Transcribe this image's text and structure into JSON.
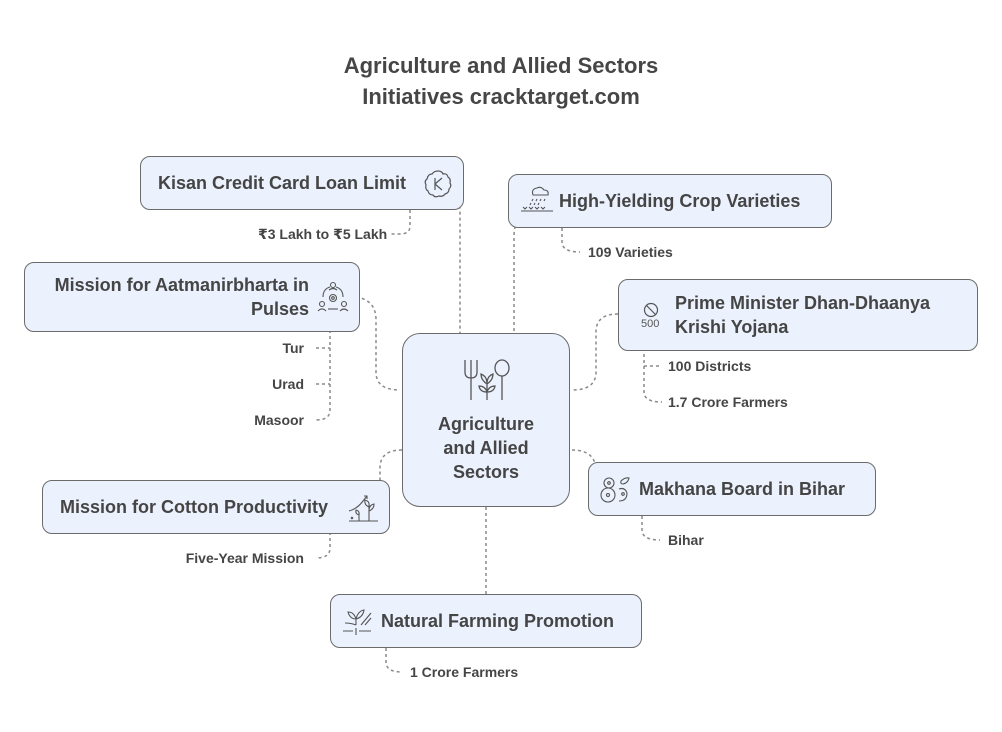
{
  "title": {
    "line1": "Agriculture and Allied Sectors",
    "line2": "Initiatives cracktarget.com"
  },
  "center": {
    "label_line1": "Agriculture",
    "label_line2": "and Allied",
    "label_line3": "Sectors",
    "icon": "fork-plant-spoon-icon"
  },
  "branches": [
    {
      "id": "kisan",
      "label": "Kisan Credit Card Loan Limit",
      "icon": "rupee-badge-icon",
      "details": [
        "₹3 Lakh to ₹5 Lakh"
      ]
    },
    {
      "id": "pulses",
      "label_line1": "Mission for Aatmanirbharta in",
      "label_line2": "Pulses",
      "icon": "community-gear-icon",
      "details": [
        "Tur",
        "Urad",
        "Masoor"
      ]
    },
    {
      "id": "cotton",
      "label": "Mission for Cotton Productivity",
      "icon": "growth-plant-icon",
      "details": [
        "Five-Year Mission"
      ]
    },
    {
      "id": "natural",
      "label": "Natural Farming Promotion",
      "icon": "sprout-soil-icon",
      "details": [
        "1 Crore Farmers"
      ]
    },
    {
      "id": "crop",
      "label": "High-Yielding Crop Varieties",
      "icon": "rain-cloud-crop-icon",
      "details": [
        "109 Varieties"
      ]
    },
    {
      "id": "pm",
      "label_line1": "Prime Minister Dhan-Dhaanya",
      "label_line2": "Krishi Yojana",
      "icon": "no-500-icon",
      "icon_text": "500",
      "details": [
        "100 Districts",
        "1.7 Crore Farmers"
      ]
    },
    {
      "id": "makhana",
      "label": "Makhana Board in Bihar",
      "icon": "lotus-seeds-icon",
      "details": [
        "Bihar"
      ]
    }
  ],
  "colors": {
    "node_fill": "#ebf1fd",
    "node_border": "#6b6b6b",
    "text": "#454545",
    "connector": "#8a8a8a"
  }
}
